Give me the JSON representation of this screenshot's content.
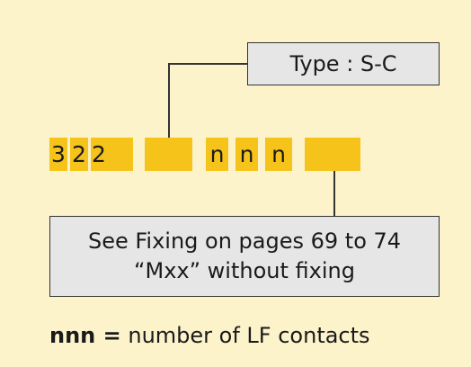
{
  "type_label": "Type : S-C",
  "code_segments": [
    {
      "text": "3",
      "style": "digit"
    },
    {
      "text": "2",
      "style": "digit"
    },
    {
      "text": "2",
      "style": "digit"
    },
    {
      "text": "",
      "style": "blank"
    },
    {
      "text": "n",
      "style": "digit"
    },
    {
      "text": "n",
      "style": "digit"
    },
    {
      "text": "n",
      "style": "digit"
    },
    {
      "text": "",
      "style": "blank"
    }
  ],
  "fixing_note": {
    "line1": "See Fixing on pages 69 to 74",
    "line2": "“Mxx” without fixing"
  },
  "legend": {
    "term": "nnn =",
    "definition": " number of LF contacts"
  },
  "colors": {
    "background": "#fdf3cb",
    "cell_fill": "#f6c31b",
    "box_fill": "#e6e6e6",
    "line": "#333333"
  }
}
